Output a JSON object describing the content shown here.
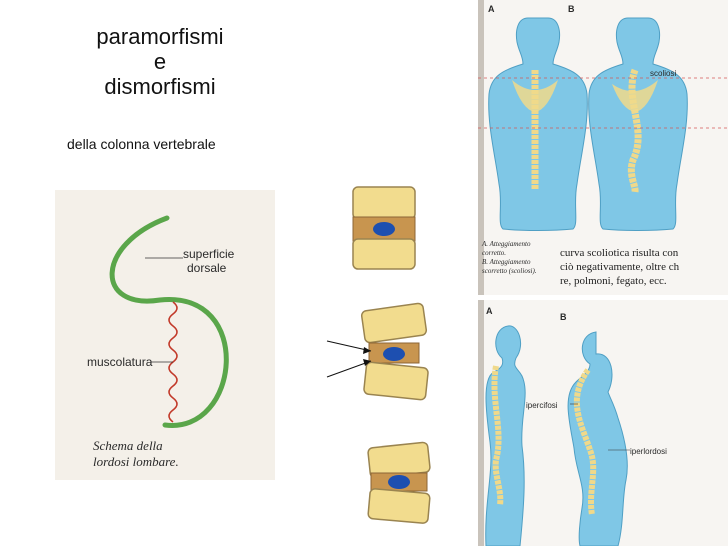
{
  "slide": {
    "title_line1": "paramorfismi",
    "title_line2": "e",
    "title_line3": "dismorfismi",
    "subtitle": "della colonna vertebrale"
  },
  "lordosis_figure": {
    "label_surface_line1": "superficie",
    "label_surface_line2": "dorsale",
    "label_muscles": "muscolatura",
    "caption_line1": "Schema della",
    "caption_line2": "lordosi lombare."
  },
  "scoliosis_figure": {
    "label_a": "A",
    "label_b": "B",
    "label_scoliosis": "scoliosi",
    "caption_a_line1": "A. Atteggiamento",
    "caption_a_line2": "corretto.",
    "caption_b_line1": "B. Atteggiamento",
    "caption_b_line2": "scorretto (scoliosi).",
    "text_line1": "curva scoliotica risulta con",
    "text_line2": "ciò negativamente, oltre ch",
    "text_line3": "re, polmoni, fegato, ecc."
  },
  "kyphosis_figure": {
    "label_a": "A",
    "label_b": "B",
    "label_kyphosis": "ipercifosi",
    "label_lordosis": "iperlordosi"
  },
  "colors": {
    "body_blue": "#7fc7e6",
    "spine_yellow": "#f0d98a",
    "disc_blue": "#1d4fb0",
    "green_spine": "#5aa64a",
    "red_muscle": "#c23a2a"
  }
}
